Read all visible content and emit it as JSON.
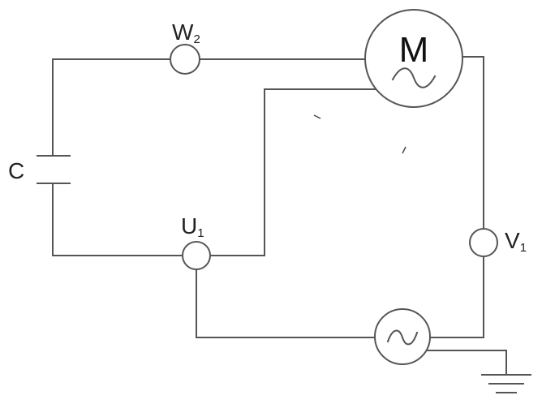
{
  "diagram": {
    "motor": {
      "letter": "M",
      "symbol": "ac-sine"
    },
    "capacitor": {
      "label": "C"
    },
    "terminals": {
      "w": {
        "main": "W",
        "sub": "2"
      },
      "u": {
        "main": "U",
        "sub": "1"
      },
      "v": {
        "main": "V",
        "sub": "1"
      }
    },
    "source": {
      "symbol": "ac-sine"
    },
    "ground": {
      "symbol": "ground-icon"
    }
  }
}
